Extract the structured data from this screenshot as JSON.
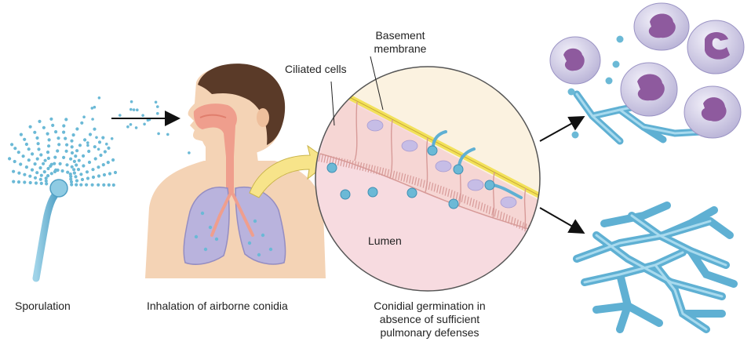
{
  "labels": {
    "sporulation": "Sporulation",
    "inhalation": "Inhalation of airborne conidia",
    "ciliated_cells": "Ciliated cells",
    "basement_membrane_line1": "Basement",
    "basement_membrane_line2": "membrane",
    "lumen": "Lumen",
    "germination_line1": "Conidial germination in",
    "germination_line2": "absence of sufficient",
    "germination_line3": "pulmonary defenses"
  },
  "colors": {
    "conidia": "#6bb9d6",
    "hyphae": "#5fb0d3",
    "skin": "#f4d3b5",
    "hair": "#5a3a28",
    "lung": "#b9b3dd",
    "airway": "#ef9e8d",
    "cell_tissue": "#f6d6d4",
    "membrane": "#f2e15a",
    "lumen": "#f7dbe0",
    "neutrophil": "#d8d4ec",
    "nucleus": "#8e5a9e",
    "arrow_fill": "#f7e48a"
  },
  "icons": [
    "conidiophore-icon",
    "human-head-icon",
    "lungs-icon",
    "neutrophil-icon",
    "hyphae-icon"
  ]
}
